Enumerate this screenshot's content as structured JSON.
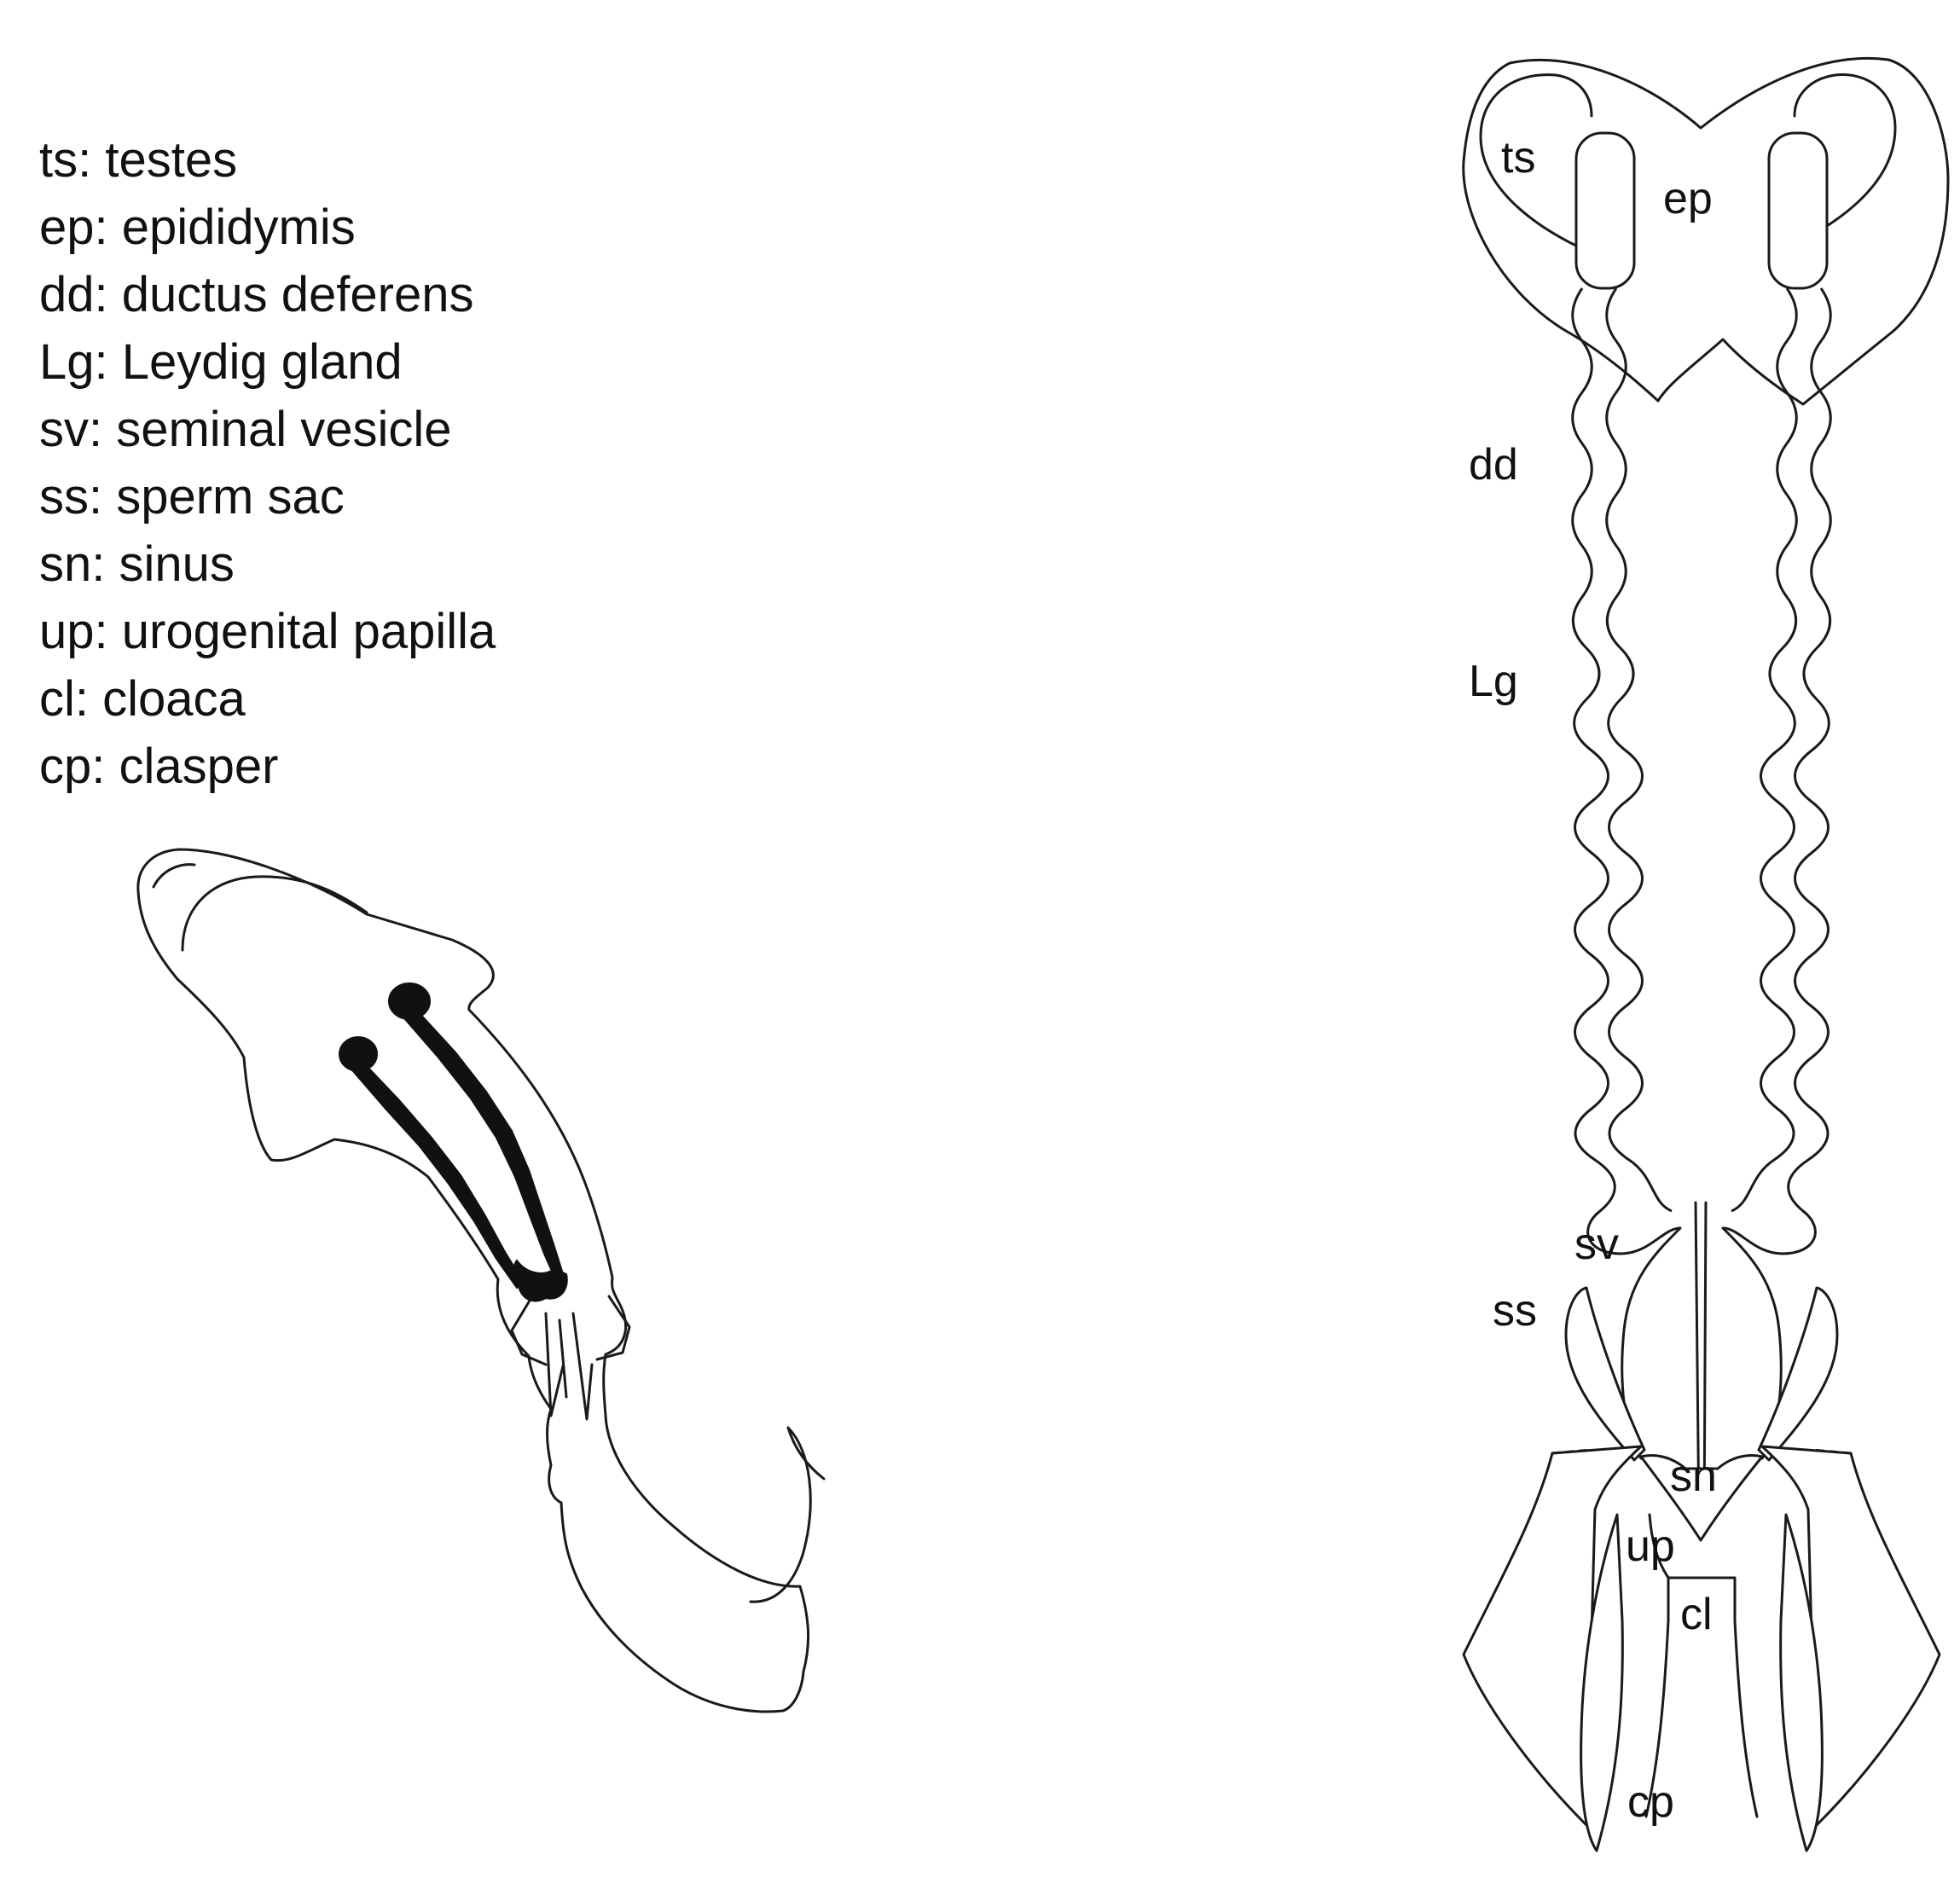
{
  "legend": [
    "ts: testes",
    "ep: epididymis",
    "dd: ductus deferens",
    "Lg: Leydig gland",
    "sv: seminal vesicle",
    "ss: sperm sac",
    "sn: sinus",
    "up: urogenital papilla",
    "cl: cloaca",
    "cp: clasper"
  ],
  "diagram_labels": {
    "ts": "ts",
    "ep": "ep",
    "dd": "dd",
    "lg": "Lg",
    "sv": "sv",
    "ss": "ss",
    "sn": "sn",
    "up": "up",
    "cl": "cl",
    "cp": "cp"
  },
  "colors": {
    "ink": "#111111",
    "background": "#ffffff"
  }
}
